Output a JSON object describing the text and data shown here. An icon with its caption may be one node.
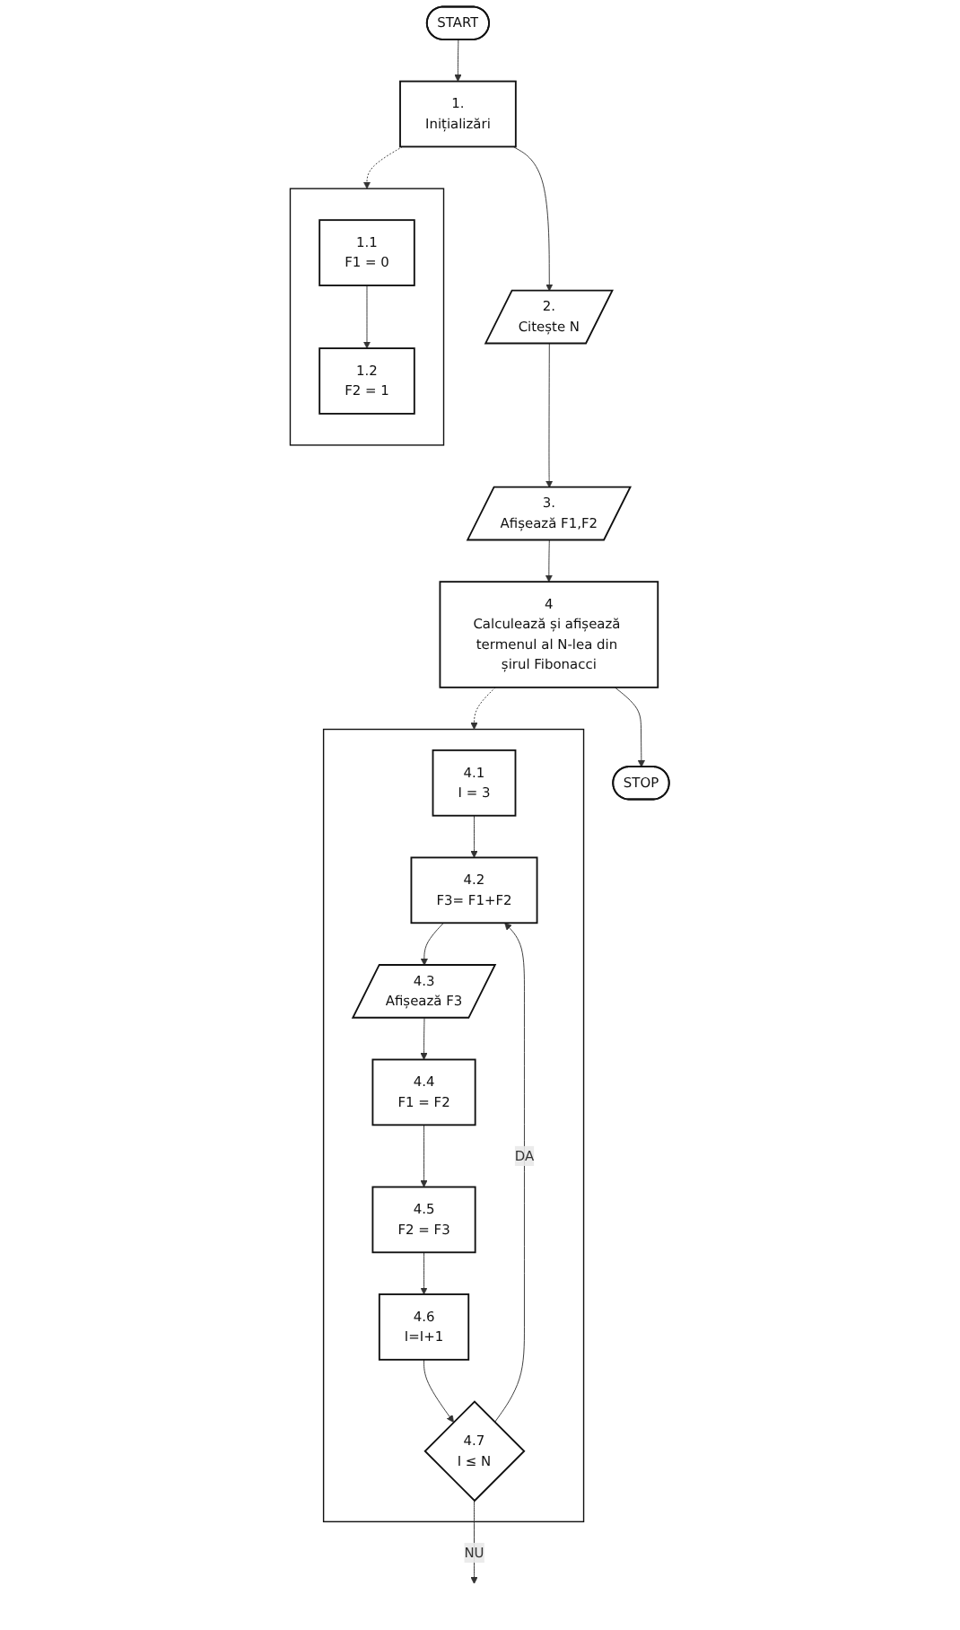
{
  "diagram": {
    "nodes": [
      {
        "text": [
          "START"
        ]
      },
      {
        "text": [
          "1.",
          "Inițializări"
        ]
      },
      {
        "text": [
          "2.",
          "Citește N"
        ]
      },
      {
        "text": [
          "3.",
          "Afișează F1,F2"
        ]
      },
      {
        "text": [
          "4",
          "Calculează și afișează termenul al N-lea din șirul Fibonacci"
        ]
      },
      {
        "text": [
          "STOP"
        ]
      },
      {
        "text": [],
        "shape": "box"
      },
      {
        "text": [
          "1.1",
          "F1 = 0"
        ],
        "in": 6
      },
      {
        "text": [
          "1.2",
          "F2 = 1"
        ],
        "in": 6
      },
      {
        "text": [],
        "shape": "box"
      },
      {
        "text": [
          "4.1",
          "I = 3"
        ],
        "in": 9
      },
      {
        "text": [
          "4.2",
          "F3= F1+F2"
        ],
        "in": 9
      },
      {
        "text": [
          "4.3",
          "Afișează F3"
        ],
        "in": 9
      },
      {
        "text": [
          "4.4",
          "F1 = F2"
        ],
        "in": 9
      },
      {
        "text": [
          "4.5",
          "F2 = F3"
        ],
        "in": 9
      },
      {
        "text": [
          "4.6",
          "I=I+1"
        ],
        "in": 9
      },
      {
        "text": [
          "4.7",
          "I ≤ N"
        ],
        "in": 9
      }
    ],
    "edges": [
      {
        "from": 0,
        "to": 1,
        "arrow": "to"
      },
      {
        "from": 1,
        "to": 2,
        "arrow": "to"
      },
      {
        "from": 2,
        "to": 3,
        "arrow": "to"
      },
      {
        "from": 3,
        "to": 4,
        "arrow": "to"
      },
      {
        "from": 4,
        "to": 5,
        "arrow": "to"
      },
      {
        "from": 1,
        "to": 6,
        "arrow": "to",
        "style": "dashed"
      },
      {
        "from": 7,
        "to": 8,
        "arrow": "to"
      },
      {
        "from": 4,
        "to": 9,
        "arrow": "to",
        "style": "dashed"
      },
      {
        "from": 10,
        "to": 11,
        "arrow": "to"
      },
      {
        "from": 11,
        "to": 12,
        "arrow": "to"
      },
      {
        "from": 12,
        "to": 13,
        "arrow": "to"
      },
      {
        "from": 13,
        "to": 14,
        "arrow": "to"
      },
      {
        "from": 14,
        "to": 15,
        "arrow": "to"
      },
      {
        "from": 15,
        "to": 16,
        "arrow": "to"
      },
      {
        "from": 16,
        "to": 11,
        "arrow": "to",
        "label": "DA"
      },
      {
        "from": 16,
        "to": null,
        "arrow": "to",
        "label": "NU"
      }
    ]
  }
}
